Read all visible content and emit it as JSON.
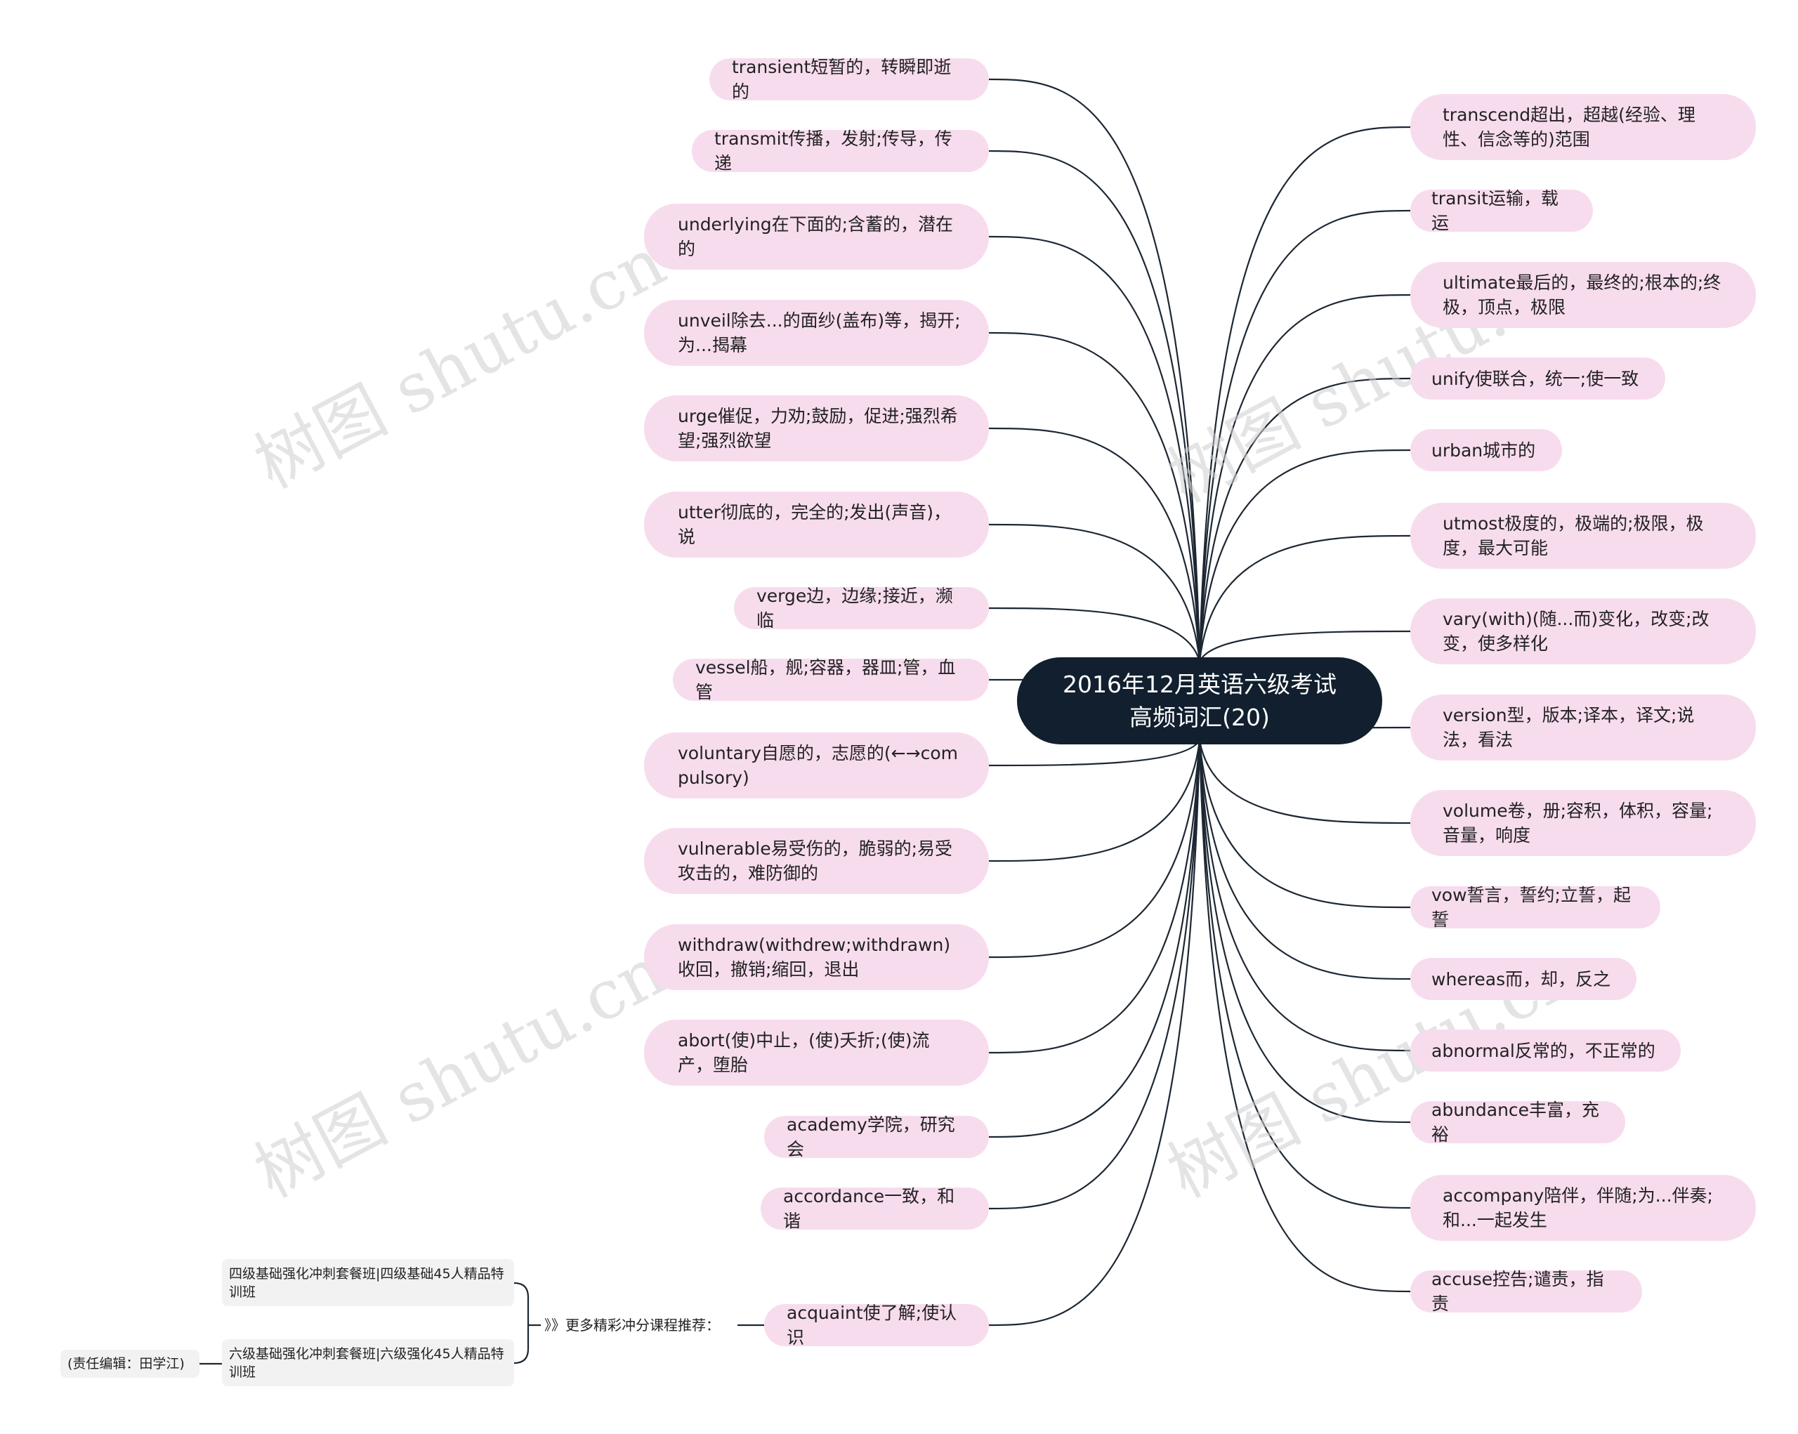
{
  "center": {
    "line1": "2016年12月英语六级考试",
    "line2": "高频词汇(20)"
  },
  "left_nodes": [
    "transient短暂的，转瞬即逝的",
    "transmit传播，发射;传导，传递",
    "underlying在下面的;含蓄的，潜在的",
    "unveil除去...的面纱(盖布)等，揭开;为...揭幕",
    "urge催促，力劝;鼓励，促进;强烈希望;强烈欲望",
    "utter彻底的，完全的;发出(声音)，说",
    "verge边，边缘;接近，濒临",
    "vessel船，舰;容器，器皿;管，血管",
    "voluntary自愿的，志愿的(←→compulsory)",
    "vulnerable易受伤的，脆弱的;易受攻击的，难防御的",
    "withdraw(withdrew;withdrawn)收回，撤销;缩回，退出",
    "abort(使)中止，(使)夭折;(使)流产，堕胎",
    "academy学院，研究会",
    "accordance一致，和谐",
    "acquaint使了解;使认识"
  ],
  "right_nodes": [
    "transcend超出，超越(经验、理性、信念等的)范围",
    "transit运输，载运",
    "ultimate最后的，最终的;根本的;终极，顶点，极限",
    "unify使联合，统一;使一致",
    "urban城市的",
    "utmost极度的，极端的;极限，极度，最大可能",
    "vary(with)(随...而)变化，改变;改变，使多样化",
    "version型，版本;译本，译文;说法，看法",
    "volume卷，册;容积，体积，容量;音量，响度",
    "vow誓言，誓约;立誓，起誓",
    "whereas而，却，反之",
    "abnormal反常的，不正常的",
    "abundance丰富，充裕",
    "accompany陪伴，伴随;为...伴奏;和...一起发生",
    "accuse控告;谴责，指责"
  ],
  "promo": {
    "label": "》》更多精彩冲分课程推荐：",
    "course1": "四级基础强化冲刺套餐班|四级基础45人精品特训班",
    "course2": "六级基础强化冲刺套餐班|六级强化45人精品特训班",
    "editor": "(责任编辑：田学江)"
  },
  "watermark": "树图 shutu.cn",
  "colors": {
    "center_bg": "#111f2e",
    "node_bg": "#f7dcee",
    "line": "#1c2733",
    "sub_bg": "#f2f2f2"
  }
}
